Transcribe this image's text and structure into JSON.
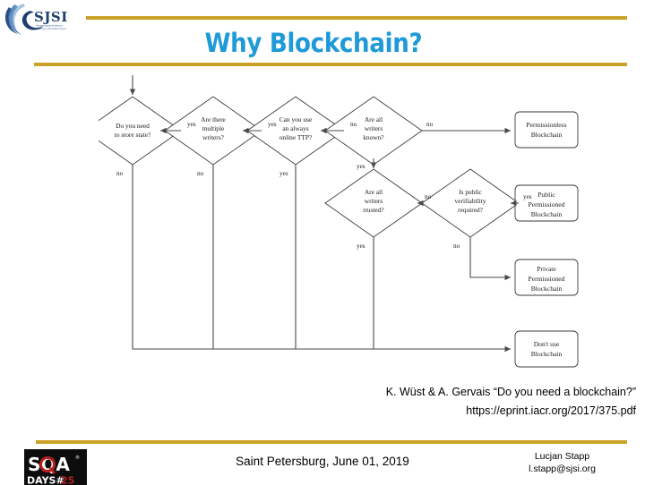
{
  "slide": {
    "title": "Why Blockchain?",
    "accent_gold": "#c9a227",
    "title_color": "#1d9ad7"
  },
  "logo": {
    "org_name": "SJSI",
    "org_subtitle_line1": "Stowarzyszenie Jakosci",
    "org_subtitle_line2": "Systemow Informatycznych"
  },
  "flowchart": {
    "type": "decision-tree",
    "nodes": [
      {
        "id": "d1",
        "shape": "diamond",
        "lines": [
          "Do you need",
          "to store state?"
        ]
      },
      {
        "id": "d2",
        "shape": "diamond",
        "lines": [
          "Are there",
          "multiple",
          "writers?"
        ]
      },
      {
        "id": "d3",
        "shape": "diamond",
        "lines": [
          "Can you use",
          "an always",
          "online TTP?"
        ]
      },
      {
        "id": "d4",
        "shape": "diamond",
        "lines": [
          "Are all",
          "writers",
          "known?"
        ]
      },
      {
        "id": "d5",
        "shape": "diamond",
        "lines": [
          "Are all",
          "writers",
          "trusted?"
        ]
      },
      {
        "id": "d6",
        "shape": "diamond",
        "lines": [
          "Is public",
          "verifiability",
          "required?"
        ]
      },
      {
        "id": "t1",
        "shape": "box",
        "lines": [
          "Permissionless",
          "Blockchain"
        ]
      },
      {
        "id": "t2",
        "shape": "box",
        "lines": [
          "Public",
          "Permissioned",
          "Blockchain"
        ]
      },
      {
        "id": "t3",
        "shape": "box",
        "lines": [
          "Private",
          "Permissioned",
          "Blockchain"
        ]
      },
      {
        "id": "t4",
        "shape": "box",
        "lines": [
          "Don't use",
          "Blockchain"
        ]
      }
    ],
    "edges": [
      {
        "from": "d1",
        "to": "d2",
        "label": "yes"
      },
      {
        "from": "d1",
        "to": "t4",
        "label": "no"
      },
      {
        "from": "d2",
        "to": "d3",
        "label": "yes"
      },
      {
        "from": "d2",
        "to": "t4",
        "label": "no"
      },
      {
        "from": "d3",
        "to": "d4",
        "label": "no"
      },
      {
        "from": "d3",
        "to": "t4",
        "label": "yes"
      },
      {
        "from": "d4",
        "to": "t1",
        "label": "no"
      },
      {
        "from": "d4",
        "to": "d5",
        "label": "yes"
      },
      {
        "from": "d5",
        "to": "d6",
        "label": "no"
      },
      {
        "from": "d5",
        "to": "t4",
        "label": "yes"
      },
      {
        "from": "d6",
        "to": "t2",
        "label": "yes"
      },
      {
        "from": "d6",
        "to": "t3",
        "label": "no"
      }
    ],
    "labels": {
      "yes": "yes",
      "no": "no"
    }
  },
  "citation": {
    "line1": "K. Wüst & A. Gervais “Do you need a blockchain?”",
    "line2": "https://eprint.iacr.org/2017/375.pdf"
  },
  "footer": {
    "location": "Saint Petersburg, June 01, 2019",
    "author": "Lucjan Stapp",
    "email": "l.stapp@sjsi.org",
    "sqa_logo": {
      "word": "SQA",
      "sub": "DAYS#",
      "edition": "25",
      "trademark": "®"
    }
  }
}
